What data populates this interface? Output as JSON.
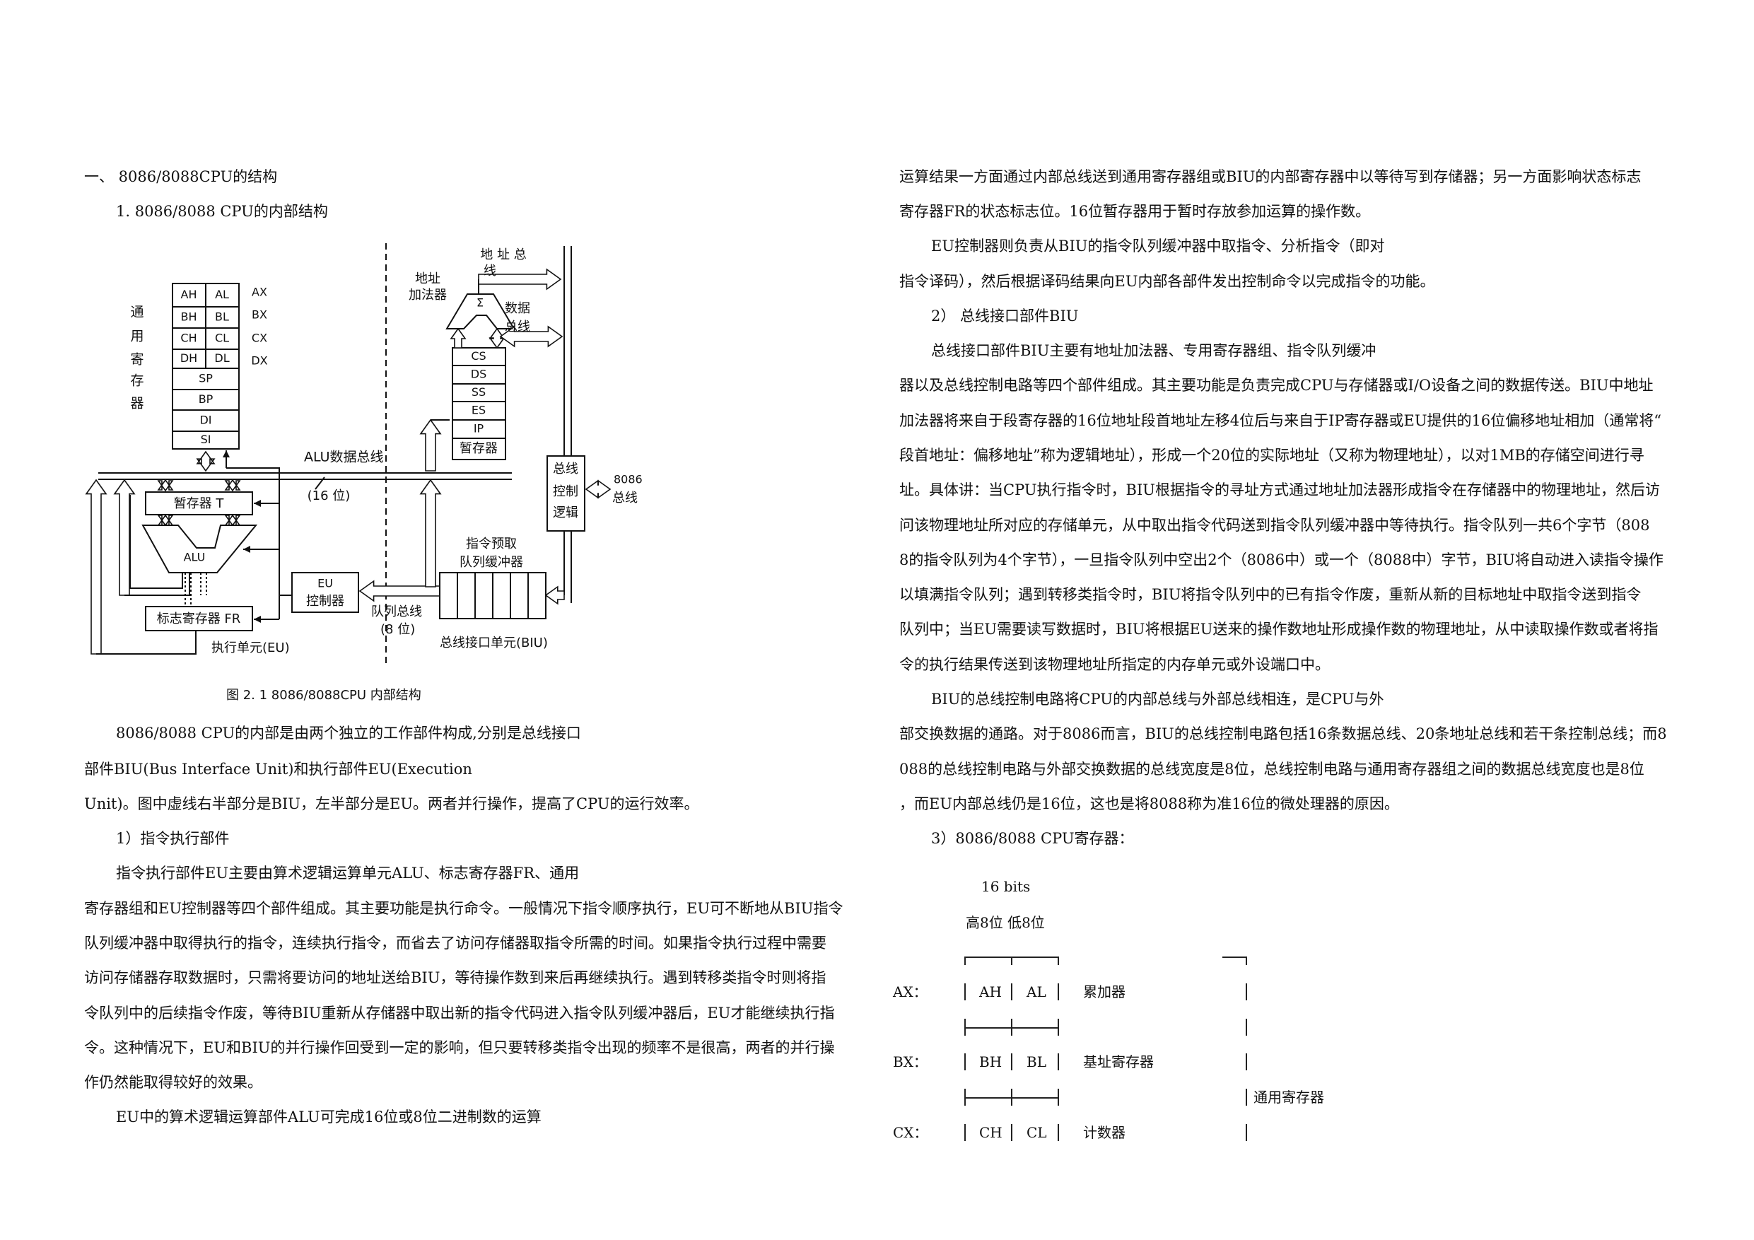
{
  "left_column": [
    "一、  8086/8088CPU的结构",
    "1. 8086/8088 CPU的内部结构",
    "8086/8088 CPU的内部是由两个独立的工作部件构成,分别是总线接口",
    "部件BIU(Bus Interface Unit)和执行部件EU(Execution",
    "Unit)。图中虚线右半部分是BIU，左半部分是EU。两者并行操作，提高了CPU的运行效率。",
    "1）指令执行部件",
    "指令执行部件EU主要由算术逻辑运算单元ALU、标志寄存器FR、通用",
    "寄存器组和EU控制器等四个部件组成。其主要功能是执行命令。一般情况下指令顺序执行，EU可不断地从BIU指令",
    "队列缓冲器中取得执行的指令，连续执行指令，而省去了访问存储器取指令所需的时间。如果指令执行过程中需要",
    "访问存储器存取数据时，只需将要访问的地址送给BIU，等待操作数到来后再继续执行。遇到转移类指令时则将指",
    "令队列中的后续指令作废，等待BIU重新从存储器中取出新的指令代码进入指令队列缓冲器后，EU才能继续执行指",
    "令。这种情况下，EU和BIU的并行操作回受到一定的影响，但只要转移类指令出现的频率不是很高，两者的并行操",
    "作仍然能取得较好的效果。",
    "EU中的算术逻辑运算部件ALU可完成16位或8位二进制数的运算"
  ],
  "right_column": [
    "运算结果一方面通过内部总线送到通用寄存器组或BIU的内部寄存器中以等待写到存储器；另一方面影响状态标志",
    "寄存器FR的状态标志位。16位暂存器用于暂时存放参加运算的操作数。",
    "EU控制器则负责从BIU的指令队列缓冲器中取指令、分析指令（即对",
    "指令译码），然后根据译码结果向EU内部各部件发出控制命令以完成指令的功能。",
    "2） 总线接口部件BIU",
    "总线接口部件BIU主要有地址加法器、专用寄存器组、指令队列缓冲",
    "器以及总线控制电路等四个部件组成。其主要功能是负责完成CPU与存储器或I/O设备之间的数据传送。BIU中地址",
    "加法器将来自于段寄存器的16位地址段首地址左移4位后与来自于IP寄存器或EU提供的16位偏移地址相加（通常将“",
    "段首地址：偏移地址”称为逻辑地址），形成一个20位的实际地址（又称为物理地址），以对1MB的存储空间进行寻",
    "址。具体讲：当CPU执行指令时，BIU根据指令的寻址方式通过地址加法器形成指令在存储器中的物理地址，然后访",
    "问该物理地址所对应的存储单元，从中取出指令代码送到指令队列缓冲器中等待执行。指令队列一共6个字节（808",
    "8的指令队列为4个字节），一旦指令队列中空出2个（8086中）或一个（8088中）字节，BIU将自动进入读指令操作",
    "以填满指令队列；遇到转移类指令时，BIU将指令队列中的已有指令作废，重新从新的目标地址中取指令送到指令",
    "队列中；当EU需要读写数据时，BIU将根据EU送来的操作数地址形成操作数的物理地址，从中读取操作数或者将指",
    "令的执行结果传送到该物理地址所指定的内存单元或外设端口中。",
    "BIU的总线控制电路将CPU的内部总线与外部总线相连，是CPU与外",
    "部交换数据的通路。对于8086而言，BIU的总线控制电路包括16条数据总线、20条地址总线和若干条控制总线；而8",
    "088的总线控制电路与外部交换数据的总线宽度是8位，总线控制电路与通用寄存器组之间的数据总线宽度也是8位",
    "，而EU内部总线仍是16位，这也是将8088称为准16位的微处理器的原因。",
    "3）8086/8088 CPU寄存器："
  ],
  "figure": {
    "caption": "图 2. 1   8086/8088CPU 内部结构",
    "gp_label": [
      "通",
      "用",
      "寄",
      "存",
      "器"
    ],
    "gp_regs": [
      [
        "AH",
        "AL"
      ],
      [
        "BH",
        "BL"
      ],
      [
        "CH",
        "CL"
      ],
      [
        "DH",
        "DL"
      ]
    ],
    "gp_names": [
      "AX",
      "BX",
      "CX",
      "DX"
    ],
    "ptr_regs": [
      "SP",
      "BP",
      "DI",
      "SI"
    ],
    "alu_bus": "ALU数据总线",
    "alu_bus_width": "(16 位)",
    "temp_t": "暂存器 T",
    "alu": "ALU",
    "flags": "标志寄存器 FR",
    "eu_ctrl": [
      "EU",
      "控制器"
    ],
    "eu_unit": "执行单元(EU)",
    "queue_bus": [
      "队列总线",
      "(8 位)"
    ],
    "queue": [
      "指令预取",
      "队列缓冲器"
    ],
    "biu_unit": "总线接口单元(BIU)",
    "seg_regs": [
      "CS",
      "DS",
      "SS",
      "ES",
      "IP",
      "暂存器"
    ],
    "adder": [
      "地址",
      "加法器"
    ],
    "sigma": "Σ",
    "addr_bus": [
      "地 址 总",
      "线"
    ],
    "data_bus": [
      "数据",
      "总线"
    ],
    "bus_ctrl": [
      "总线",
      "控制",
      "逻辑"
    ],
    "ext_bus": [
      "8086",
      "总线"
    ]
  },
  "register_table": {
    "width": "16 bits",
    "halves": "高8位 低8位",
    "rows": [
      {
        "name": "AX：",
        "hi": "AH",
        "lo": "AL",
        "desc": "累加器"
      },
      {
        "name": "BX：",
        "hi": "BH",
        "lo": "BL",
        "desc": "基址寄存器"
      },
      {
        "name": "CX：",
        "hi": "CH",
        "lo": "CL",
        "desc": "计数器"
      }
    ],
    "group": "通用寄存器"
  }
}
